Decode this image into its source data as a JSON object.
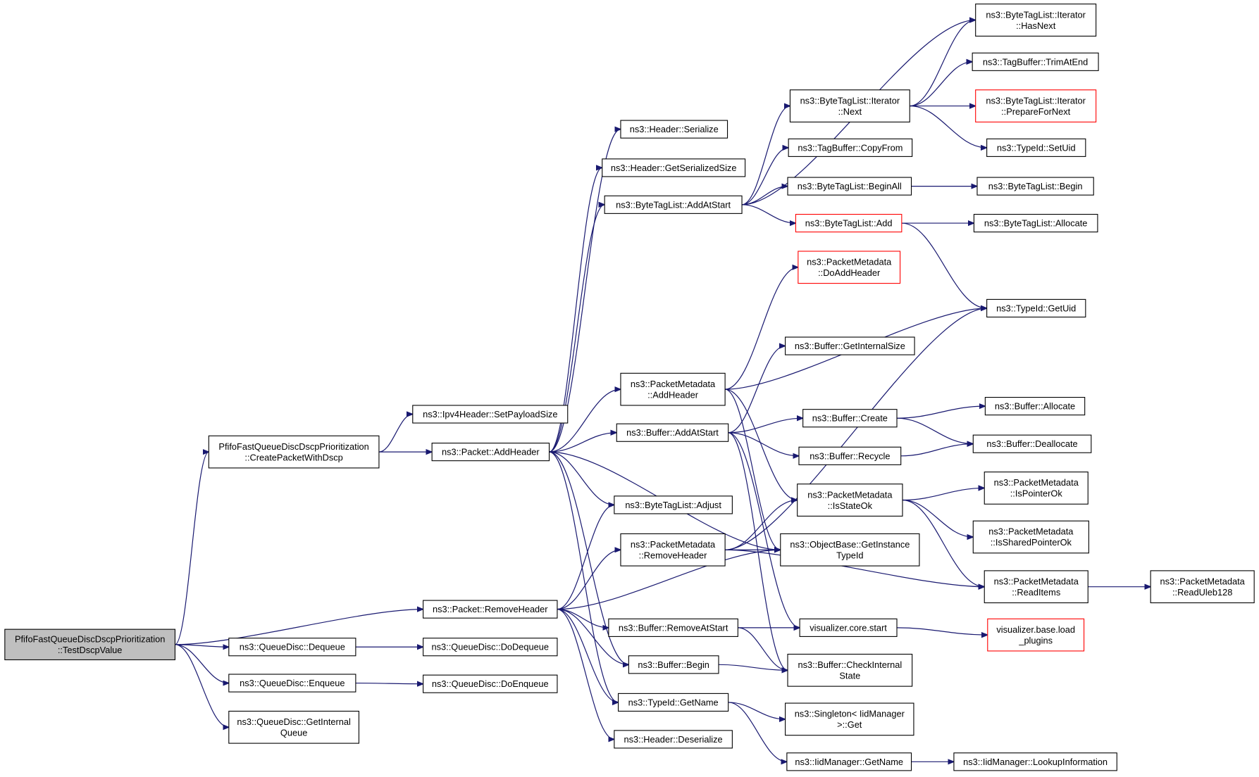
{
  "colors": {
    "edge": "#191970",
    "node_border": "#000000",
    "node_border_incomplete": "#ff0000",
    "root_fill": "#bfbfbf",
    "node_fill": "#ffffff"
  },
  "nodes": [
    {
      "id": "test",
      "lines": [
        "PfifoFastQueueDiscDscpPrioritization",
        "::TestDscpValue"
      ],
      "style": "root"
    },
    {
      "id": "create",
      "lines": [
        "PfifoFastQueueDiscDscpPrioritization",
        "::CreatePacketWithDscp"
      ]
    },
    {
      "id": "qdeq",
      "lines": [
        "ns3::QueueDisc::Dequeue"
      ]
    },
    {
      "id": "qenq",
      "lines": [
        "ns3::QueueDisc::Enqueue"
      ]
    },
    {
      "id": "qgiq",
      "lines": [
        "ns3::QueueDisc::GetInternal",
        "Queue"
      ]
    },
    {
      "id": "setps",
      "lines": [
        "ns3::Ipv4Header::SetPayloadSize"
      ]
    },
    {
      "id": "addhdr",
      "lines": [
        "ns3::Packet::AddHeader"
      ]
    },
    {
      "id": "remhdr",
      "lines": [
        "ns3::Packet::RemoveHeader"
      ]
    },
    {
      "id": "qdodeq",
      "lines": [
        "ns3::QueueDisc::DoDequeue"
      ]
    },
    {
      "id": "qdoenq",
      "lines": [
        "ns3::QueueDisc::DoEnqueue"
      ]
    },
    {
      "id": "hser",
      "lines": [
        "ns3::Header::Serialize"
      ]
    },
    {
      "id": "hgss",
      "lines": [
        "ns3::Header::GetSerializedSize"
      ]
    },
    {
      "id": "btlaas",
      "lines": [
        "ns3::ByteTagList::AddAtStart"
      ]
    },
    {
      "id": "pmah",
      "lines": [
        "ns3::PacketMetadata",
        "::AddHeader"
      ]
    },
    {
      "id": "bufaas",
      "lines": [
        "ns3::Buffer::AddAtStart"
      ]
    },
    {
      "id": "btladj",
      "lines": [
        "ns3::ByteTagList::Adjust"
      ]
    },
    {
      "id": "pmrh",
      "lines": [
        "ns3::PacketMetadata",
        "::RemoveHeader"
      ]
    },
    {
      "id": "bufras",
      "lines": [
        "ns3::Buffer::RemoveAtStart"
      ]
    },
    {
      "id": "bufbegin",
      "lines": [
        "ns3::Buffer::Begin"
      ]
    },
    {
      "id": "tidgn",
      "lines": [
        "ns3::TypeId::GetName"
      ]
    },
    {
      "id": "hdes",
      "lines": [
        "ns3::Header::Deserialize"
      ]
    },
    {
      "id": "itnext",
      "lines": [
        "ns3::ByteTagList::Iterator",
        "::Next"
      ]
    },
    {
      "id": "tbcf",
      "lines": [
        "ns3::TagBuffer::CopyFrom"
      ]
    },
    {
      "id": "btlba",
      "lines": [
        "ns3::ByteTagList::BeginAll"
      ]
    },
    {
      "id": "btladd",
      "lines": [
        "ns3::ByteTagList::Add"
      ],
      "style": "red"
    },
    {
      "id": "pmdah",
      "lines": [
        "ns3::PacketMetadata",
        "::DoAddHeader"
      ],
      "style": "red"
    },
    {
      "id": "bufgis",
      "lines": [
        "ns3::Buffer::GetInternalSize"
      ]
    },
    {
      "id": "bufcreate",
      "lines": [
        "ns3::Buffer::Create"
      ]
    },
    {
      "id": "bufrecycle",
      "lines": [
        "ns3::Buffer::Recycle"
      ]
    },
    {
      "id": "pmiso",
      "lines": [
        "ns3::PacketMetadata",
        "::IsStateOk"
      ]
    },
    {
      "id": "obgit",
      "lines": [
        "ns3::ObjectBase::GetInstance",
        "TypeId"
      ]
    },
    {
      "id": "vcs",
      "lines": [
        "visualizer.core.start"
      ]
    },
    {
      "id": "bufcis",
      "lines": [
        "ns3::Buffer::CheckInternal",
        "State"
      ]
    },
    {
      "id": "sglget",
      "lines": [
        "ns3::Singleton< IidManager",
        ">::Get"
      ]
    },
    {
      "id": "iidgn",
      "lines": [
        "ns3::IidManager::GetName"
      ]
    },
    {
      "id": "ithasnext",
      "lines": [
        "ns3::ByteTagList::Iterator",
        "::HasNext"
      ]
    },
    {
      "id": "tbtae",
      "lines": [
        "ns3::TagBuffer::TrimAtEnd"
      ]
    },
    {
      "id": "itpfn",
      "lines": [
        "ns3::ByteTagList::Iterator",
        "::PrepareForNext"
      ],
      "style": "red"
    },
    {
      "id": "tidsu",
      "lines": [
        "ns3::TypeId::SetUid"
      ]
    },
    {
      "id": "btlbegin",
      "lines": [
        "ns3::ByteTagList::Begin"
      ]
    },
    {
      "id": "btlalloc",
      "lines": [
        "ns3::ByteTagList::Allocate"
      ]
    },
    {
      "id": "tidgu",
      "lines": [
        "ns3::TypeId::GetUid"
      ]
    },
    {
      "id": "bufalloc",
      "lines": [
        "ns3::Buffer::Allocate"
      ]
    },
    {
      "id": "bufdealloc",
      "lines": [
        "ns3::Buffer::Deallocate"
      ]
    },
    {
      "id": "pmipo",
      "lines": [
        "ns3::PacketMetadata",
        "::IsPointerOk"
      ]
    },
    {
      "id": "pmispo",
      "lines": [
        "ns3::PacketMetadata",
        "::IsSharedPointerOk"
      ]
    },
    {
      "id": "pmri",
      "lines": [
        "ns3::PacketMetadata",
        "::ReadItems"
      ]
    },
    {
      "id": "pmru",
      "lines": [
        "ns3::PacketMetadata",
        "::ReadUleb128"
      ]
    },
    {
      "id": "vblp",
      "lines": [
        "visualizer.base.load",
        "_plugins"
      ],
      "style": "red"
    },
    {
      "id": "iidli",
      "lines": [
        "ns3::IidManager::LookupInformation"
      ]
    }
  ],
  "edges": [
    [
      "test",
      "create"
    ],
    [
      "test",
      "qdeq"
    ],
    [
      "test",
      "qenq"
    ],
    [
      "test",
      "qgiq"
    ],
    [
      "test",
      "remhdr"
    ],
    [
      "create",
      "setps"
    ],
    [
      "create",
      "addhdr"
    ],
    [
      "qdeq",
      "qdodeq"
    ],
    [
      "qenq",
      "qdoenq"
    ],
    [
      "addhdr",
      "hser"
    ],
    [
      "addhdr",
      "hgss"
    ],
    [
      "addhdr",
      "btlaas"
    ],
    [
      "addhdr",
      "pmah"
    ],
    [
      "addhdr",
      "bufaas"
    ],
    [
      "addhdr",
      "btladj"
    ],
    [
      "addhdr",
      "bufbegin"
    ],
    [
      "addhdr",
      "tidgn"
    ],
    [
      "addhdr",
      "obgit"
    ],
    [
      "remhdr",
      "btladj"
    ],
    [
      "remhdr",
      "pmrh"
    ],
    [
      "remhdr",
      "bufras"
    ],
    [
      "remhdr",
      "bufbegin"
    ],
    [
      "remhdr",
      "tidgn"
    ],
    [
      "remhdr",
      "hdes"
    ],
    [
      "remhdr",
      "obgit"
    ],
    [
      "btlaas",
      "ithasnext"
    ],
    [
      "btlaas",
      "itnext"
    ],
    [
      "btlaas",
      "tbcf"
    ],
    [
      "btlaas",
      "btlba"
    ],
    [
      "btlaas",
      "btladd"
    ],
    [
      "itnext",
      "ithasnext"
    ],
    [
      "itnext",
      "tbtae"
    ],
    [
      "itnext",
      "itpfn"
    ],
    [
      "itnext",
      "tidsu"
    ],
    [
      "btlba",
      "btlbegin"
    ],
    [
      "btladd",
      "btlalloc"
    ],
    [
      "btladd",
      "tidgu"
    ],
    [
      "pmah",
      "pmdah"
    ],
    [
      "pmah",
      "tidgu"
    ],
    [
      "pmah",
      "pmiso"
    ],
    [
      "pmah",
      "obgit"
    ],
    [
      "bufaas",
      "bufgis"
    ],
    [
      "bufaas",
      "bufcreate"
    ],
    [
      "bufaas",
      "bufrecycle"
    ],
    [
      "bufaas",
      "vcs"
    ],
    [
      "bufaas",
      "bufcis"
    ],
    [
      "bufcreate",
      "bufalloc"
    ],
    [
      "bufcreate",
      "bufdealloc"
    ],
    [
      "bufrecycle",
      "bufdealloc"
    ],
    [
      "pmrh",
      "pmiso"
    ],
    [
      "pmrh",
      "obgit"
    ],
    [
      "pmrh",
      "tidgu"
    ],
    [
      "pmrh",
      "pmri"
    ],
    [
      "pmiso",
      "pmipo"
    ],
    [
      "pmiso",
      "pmispo"
    ],
    [
      "pmiso",
      "pmri"
    ],
    [
      "pmri",
      "pmru"
    ],
    [
      "bufras",
      "vcs"
    ],
    [
      "bufras",
      "bufcis"
    ],
    [
      "bufbegin",
      "bufcis"
    ],
    [
      "vcs",
      "vblp"
    ],
    [
      "tidgn",
      "sglget"
    ],
    [
      "tidgn",
      "iidgn"
    ],
    [
      "iidgn",
      "iidli"
    ]
  ]
}
